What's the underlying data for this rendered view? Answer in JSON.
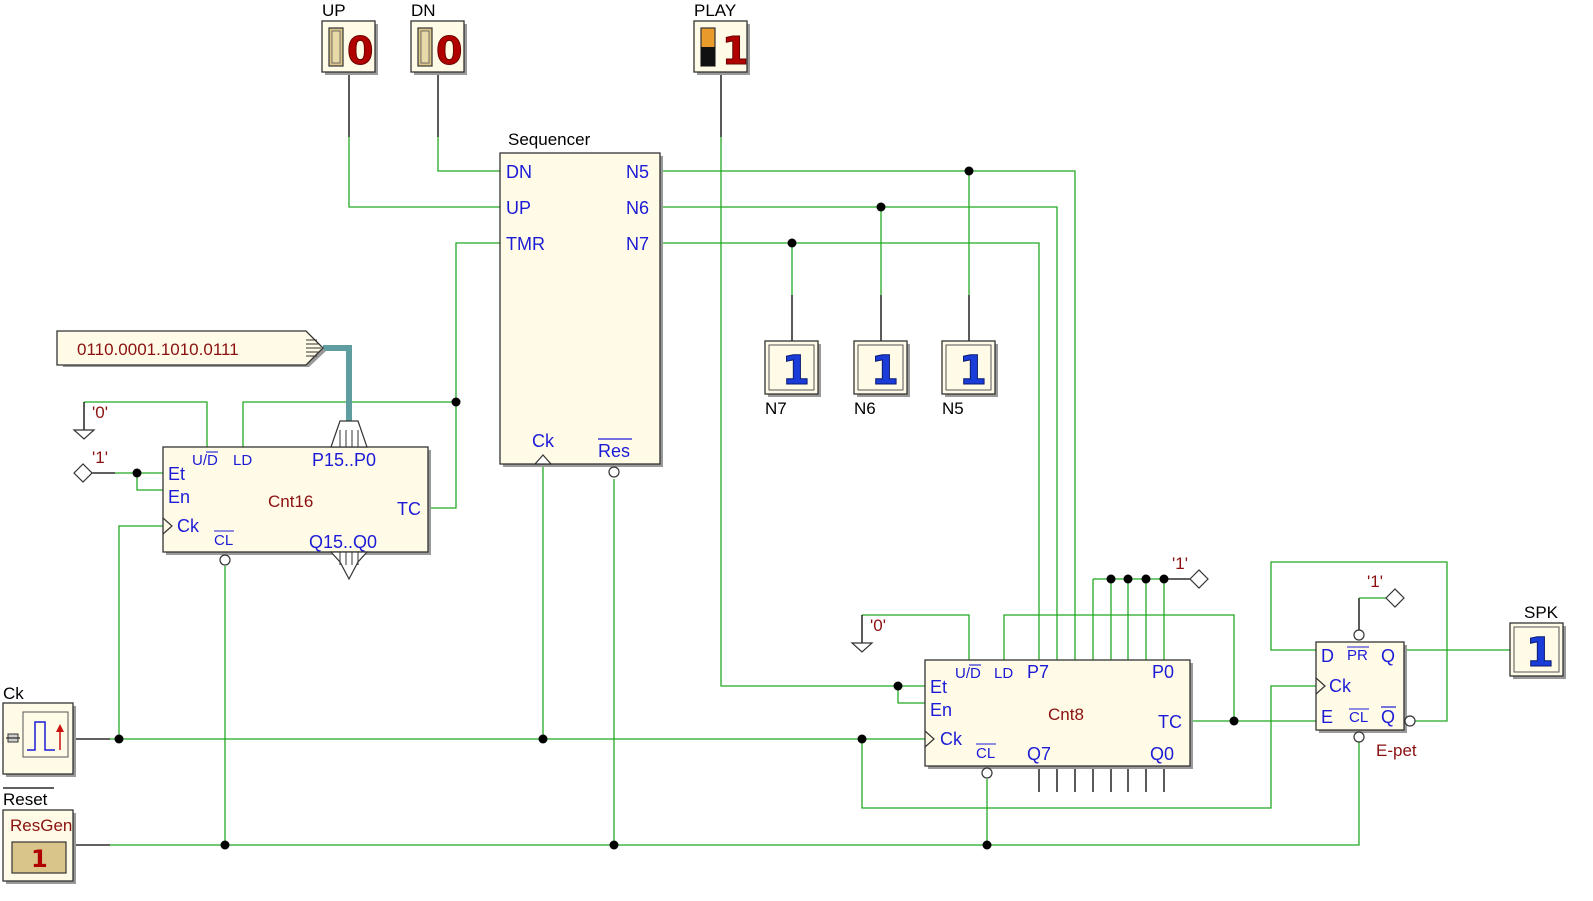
{
  "switches": {
    "up": {
      "label": "UP",
      "value": "0"
    },
    "dn": {
      "label": "DN",
      "value": "0"
    },
    "play": {
      "label": "PLAY",
      "value": "1"
    }
  },
  "sequencer": {
    "title": "Sequencer",
    "inputs": [
      "DN",
      "UP",
      "TMR"
    ],
    "outputs": [
      "N5",
      "N6",
      "N7"
    ],
    "ck": "Ck",
    "res": "Res"
  },
  "displays": [
    {
      "label": "N7",
      "value": "1"
    },
    {
      "label": "N6",
      "value": "1"
    },
    {
      "label": "N5",
      "value": "1"
    }
  ],
  "constant_bus": {
    "value": "0110.0001.1010.0111"
  },
  "cnt16": {
    "title": "Cnt16",
    "ud": "U/D",
    "ld": "LD",
    "p_in": "P15..P0",
    "et": "Et",
    "en": "En",
    "ck": "Ck",
    "cl": "CL",
    "q_out": "Q15..Q0",
    "tc": "TC",
    "const0": "'0'",
    "const1": "'1'"
  },
  "clock": {
    "label": "Ck"
  },
  "reset": {
    "label": "Reset",
    "gen_label": "ResGen",
    "value": "1"
  },
  "cnt8": {
    "title": "Cnt8",
    "ud": "U/D",
    "ld": "LD",
    "p7": "P7",
    "p0": "P0",
    "et": "Et",
    "en": "En",
    "ck": "Ck",
    "cl": "CL",
    "q7": "Q7",
    "q0": "Q0",
    "tc": "TC",
    "const0": "'0'",
    "const1": "'1'"
  },
  "flipflop": {
    "title": "E-pet",
    "d": "D",
    "pr": "PR",
    "q": "Q",
    "ck": "Ck",
    "e": "E",
    "cl": "CL",
    "qn": "Q",
    "const1": "'1'"
  },
  "speaker": {
    "label": "SPK",
    "value": "1"
  },
  "colors": {
    "wire": "#22aa22",
    "pin_text": "#1c1cd6",
    "title_text": "#8b1010",
    "block_fill": "#fffbe6",
    "bus": "#5f9ea0"
  }
}
